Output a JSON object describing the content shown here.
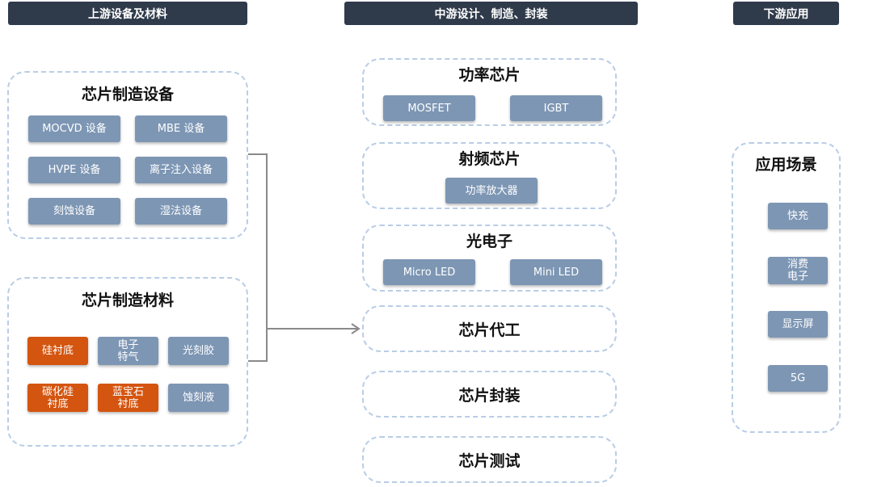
{
  "headers": {
    "upstream": "上游设备及材料",
    "midstream": "中游设计、制造、封装",
    "downstream": "下游应用"
  },
  "upstream": {
    "equipment": {
      "title": "芯片制造设备",
      "items": [
        "MOCVD 设备",
        "MBE 设备",
        "HVPE 设备",
        "离子注入设备",
        "刻蚀设备",
        "湿法设备"
      ]
    },
    "materials": {
      "title": "芯片制造材料",
      "items": [
        {
          "label": "硅衬底",
          "highlight": true
        },
        {
          "label": "电子\n特气",
          "highlight": false
        },
        {
          "label": "光刻胶",
          "highlight": false
        },
        {
          "label": "碳化硅\n衬底",
          "highlight": true
        },
        {
          "label": "蓝宝石\n衬底",
          "highlight": true
        },
        {
          "label": "蚀刻液",
          "highlight": false
        }
      ]
    }
  },
  "midstream": {
    "power_chip": {
      "title": "功率芯片",
      "items": [
        "MOSFET",
        "IGBT"
      ]
    },
    "rf_chip": {
      "title": "射频芯片",
      "items": [
        "功率放大器"
      ]
    },
    "optoelectronics": {
      "title": "光电子",
      "items": [
        "Micro LED",
        "Mini LED"
      ]
    },
    "foundry": {
      "title": "芯片代工"
    },
    "packaging": {
      "title": "芯片封装"
    },
    "testing": {
      "title": "芯片测试"
    }
  },
  "downstream": {
    "scenarios": {
      "title": "应用场景",
      "items": [
        "快充",
        "消费\n电子",
        "显示屏",
        "5G"
      ]
    }
  },
  "colors": {
    "header_bg": "#2f3a4a",
    "chip_blue": "#7d96b4",
    "chip_orange": "#d4550f",
    "dashed_border": "#b9cde6",
    "connector": "#8a8a8a"
  }
}
